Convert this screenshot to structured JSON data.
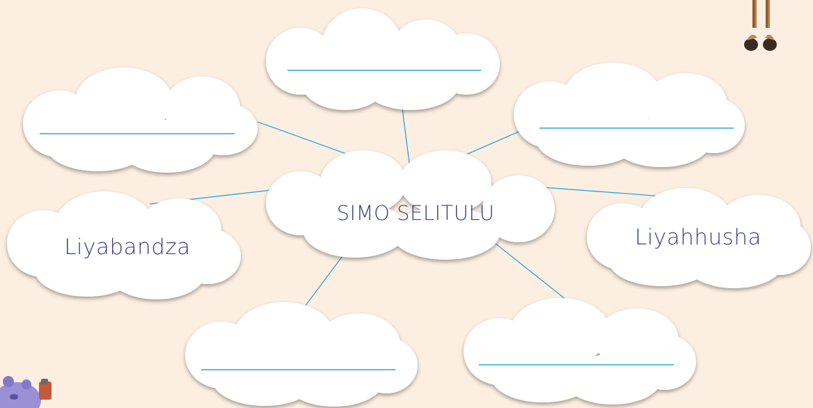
{
  "diagram": {
    "center": {
      "text": "SIMO SELITULU"
    },
    "branches": [
      {
        "id": "top",
        "text": ""
      },
      {
        "id": "upper-left",
        "text": ""
      },
      {
        "id": "upper-right",
        "text": ""
      },
      {
        "id": "left",
        "text": "Liyabandza"
      },
      {
        "id": "right",
        "text": "Liyahhusha"
      },
      {
        "id": "bottom-left",
        "text": ""
      },
      {
        "id": "bottom-right",
        "text": ""
      }
    ]
  },
  "colors": {
    "background": "#fcefe1",
    "cloud_fill": "#ffffff",
    "connector": "#2aa6d8",
    "answer_line": "#2aa6d8",
    "text": "#3a3f86"
  },
  "decorations": [
    "person-legs-illustration",
    "hippo-character-illustration"
  ]
}
